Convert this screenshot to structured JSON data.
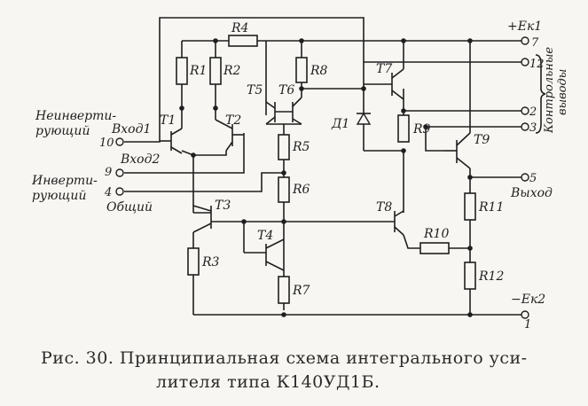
{
  "resistors": {
    "R1": "R1",
    "R2": "R2",
    "R3": "R3",
    "R4": "R4",
    "R5": "R5",
    "R6": "R6",
    "R7": "R7",
    "R8": "R8",
    "R9": "R9",
    "R10": "R10",
    "R11": "R11",
    "R12": "R12"
  },
  "transistors": {
    "T1": "T1",
    "T2": "T2",
    "T3": "T3",
    "T4": "T4",
    "T5": "T5",
    "T6": "T6",
    "T7": "T7",
    "T8": "T8",
    "T9": "T9"
  },
  "diode": "Д1",
  "inputs": {
    "noninv_line1": "Неинверти-",
    "noninv_line2": "рующий",
    "inv_line1": "Инверти-",
    "inv_line2": "рующий",
    "in1": "Вход1",
    "in2": "Вход2",
    "common": "Общий",
    "pin10": "10",
    "pin9": "9",
    "pin4": "4"
  },
  "outputs": {
    "vplus": "+Eк1",
    "vminus": "−Eк2",
    "pin7": "7",
    "pin12": "12",
    "pin2": "2",
    "pin3": "3",
    "pin5": "5",
    "pin1": "1",
    "out": "Выход",
    "control_line1": "Контрольные",
    "control_line2": "выводы"
  },
  "caption": {
    "line1": "Рис. 30. Принципиальная схема интегрального уси-",
    "line2": "лителя типа К140УД1Б."
  }
}
